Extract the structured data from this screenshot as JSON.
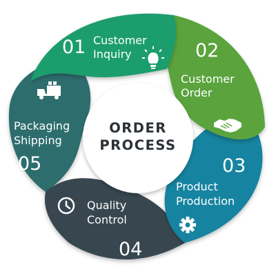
{
  "center": {
    "line1": "ORDER",
    "line2": "PROCESS"
  },
  "steps": [
    {
      "number": "01",
      "line1": "Customer",
      "line2": "Inquiry",
      "icon": "lightbulb-icon",
      "color": "#1f9d6e"
    },
    {
      "number": "02",
      "line1": "Customer",
      "line2": "Order",
      "icon": "handshake-icon",
      "color": "#5aa33c"
    },
    {
      "number": "03",
      "line1": "Product",
      "line2": "Production",
      "icon": "gear-icon",
      "color": "#1484a0"
    },
    {
      "number": "04",
      "line1": "Quality",
      "line2": "Control",
      "icon": "clock-icon",
      "color": "#37474f"
    },
    {
      "number": "05",
      "line1": "Packaging",
      "line2": "Shipping",
      "icon": "truck-icon",
      "color": "#2f6d6e"
    }
  ]
}
